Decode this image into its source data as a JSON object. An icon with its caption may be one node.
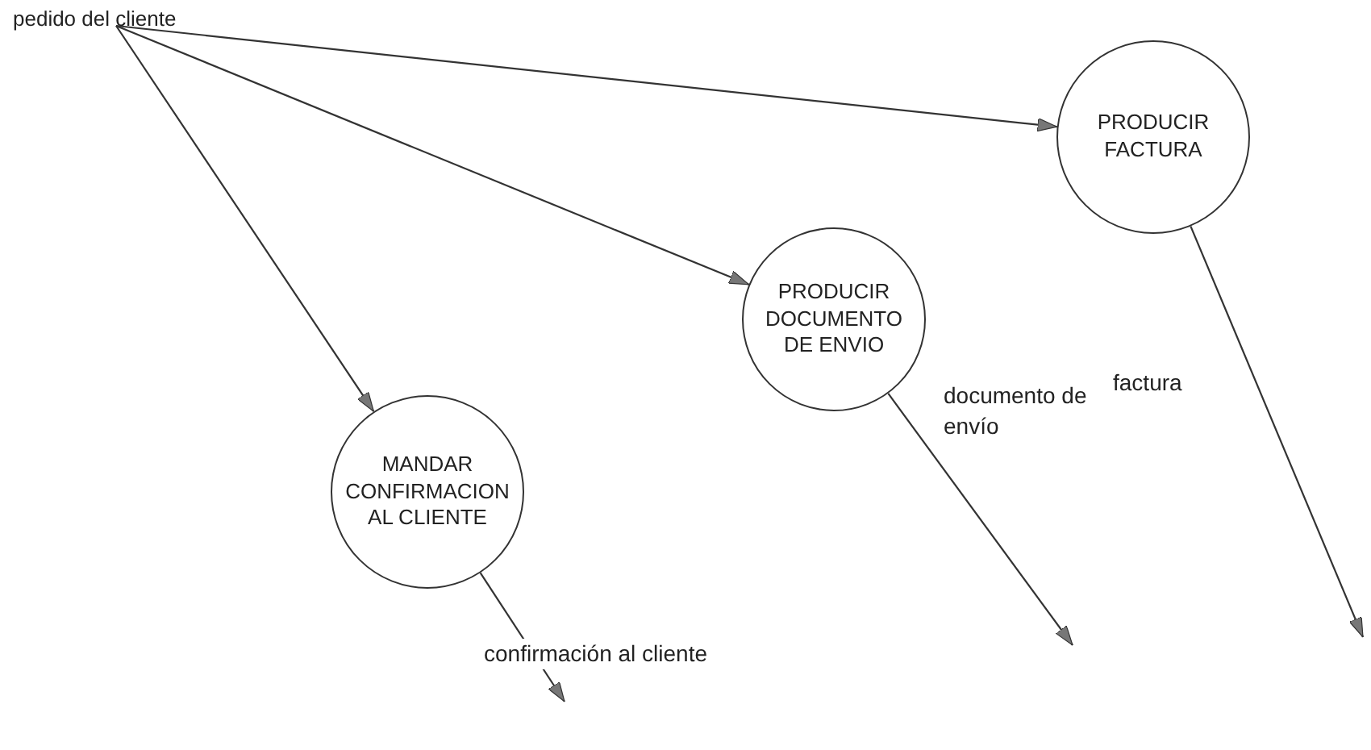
{
  "diagram": {
    "nodes": [
      {
        "text": [
          "pedido del cliente"
        ]
      },
      {
        "text": [
          "PRODUCIR FACTURA"
        ]
      },
      {
        "text": [
          "PRODUCIR DOCUMENTO DE ENVIO"
        ]
      },
      {
        "text": [
          "MANDAR CONFIRMACION AL CLIENTE"
        ]
      }
    ],
    "edges": [
      {
        "from": 0,
        "to": 1,
        "arrow": "to"
      },
      {
        "from": 0,
        "to": 2,
        "arrow": "to"
      },
      {
        "from": 0,
        "to": 3,
        "arrow": "to"
      },
      {
        "from": 1,
        "to": null,
        "label": "factura",
        "arrow": "to"
      },
      {
        "from": 2,
        "to": null,
        "label": "documento de envío",
        "arrow": "to"
      },
      {
        "from": 3,
        "to": null,
        "label": "confirmación al cliente",
        "arrow": "to"
      }
    ]
  }
}
